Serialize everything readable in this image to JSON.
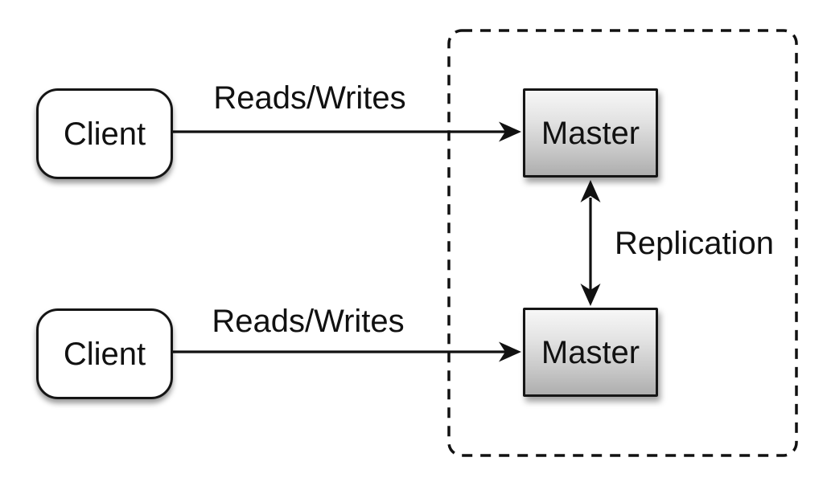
{
  "diagram": {
    "type": "architecture-diagram",
    "topic": "Master-master replication with two clients",
    "container": {
      "name": "replication-cluster-boundary",
      "style": "dashed-rounded-rect"
    },
    "nodes": {
      "client_top": {
        "label": "Client",
        "shape": "rounded-rectangle",
        "fill": "#ffffff"
      },
      "client_bottom": {
        "label": "Client",
        "shape": "rounded-rectangle",
        "fill": "#ffffff"
      },
      "master_top": {
        "label": "Master",
        "shape": "rectangle",
        "fill_gradient": [
          "#f7f7f7",
          "#aeaeae"
        ]
      },
      "master_bottom": {
        "label": "Master",
        "shape": "rectangle",
        "fill_gradient": [
          "#f7f7f7",
          "#aeaeae"
        ]
      }
    },
    "edges": {
      "reads_writes_top": {
        "label": "Reads/Writes",
        "from": "client_top",
        "to": "master_top",
        "direction": "one-way"
      },
      "reads_writes_bottom": {
        "label": "Reads/Writes",
        "from": "client_bottom",
        "to": "master_bottom",
        "direction": "one-way"
      },
      "replication": {
        "label": "Replication",
        "from": "master_top",
        "to": "master_bottom",
        "direction": "two-way"
      }
    },
    "colors": {
      "background": "#ffffff",
      "stroke": "#111111",
      "node_border": "#151515"
    }
  }
}
